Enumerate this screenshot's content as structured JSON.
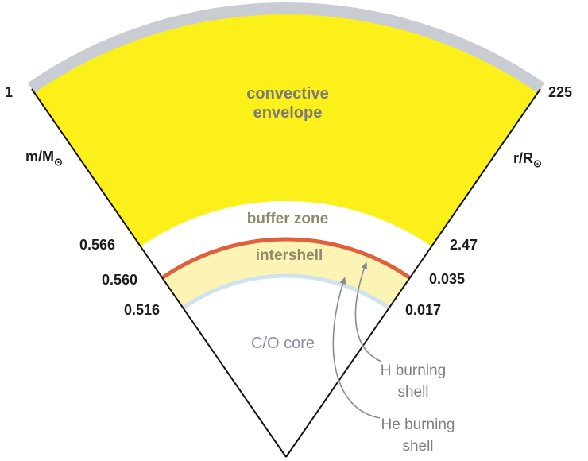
{
  "colors": {
    "envelope": "#fbf01a",
    "atmosphere": "#c9cdd3",
    "buffer": "#ffffff",
    "intershell": "#fbf4b4",
    "h_shell": "#e0603c",
    "he_shell": "#cfe2ee",
    "core": "#ffffff",
    "edges": "#111111",
    "zone_text_envelope": "#7a7a78",
    "zone_text_buffer": "#8e8a6a",
    "zone_text_core": "#8a8aaa",
    "shell_text": "#7f7f7f",
    "arrow": "#8a8a8a"
  },
  "zones": {
    "envelope_line1": "convective",
    "envelope_line2": "envelope",
    "buffer": "buffer zone",
    "intershell": "intershell",
    "core": "C/O core"
  },
  "mass_axis": {
    "label_base": "m/M",
    "label_sub": "⊙",
    "ticks": [
      "1",
      "0.566",
      "0.560",
      "0.516"
    ]
  },
  "radius_axis": {
    "label_base": "r/R",
    "label_sub": "⊙",
    "ticks": [
      "225",
      "2.47",
      "0.035",
      "0.017"
    ]
  },
  "annotations": {
    "h_shell_line1": "H burning",
    "h_shell_line2": "shell",
    "he_shell_line1": "He burning",
    "he_shell_line2": "shell"
  }
}
